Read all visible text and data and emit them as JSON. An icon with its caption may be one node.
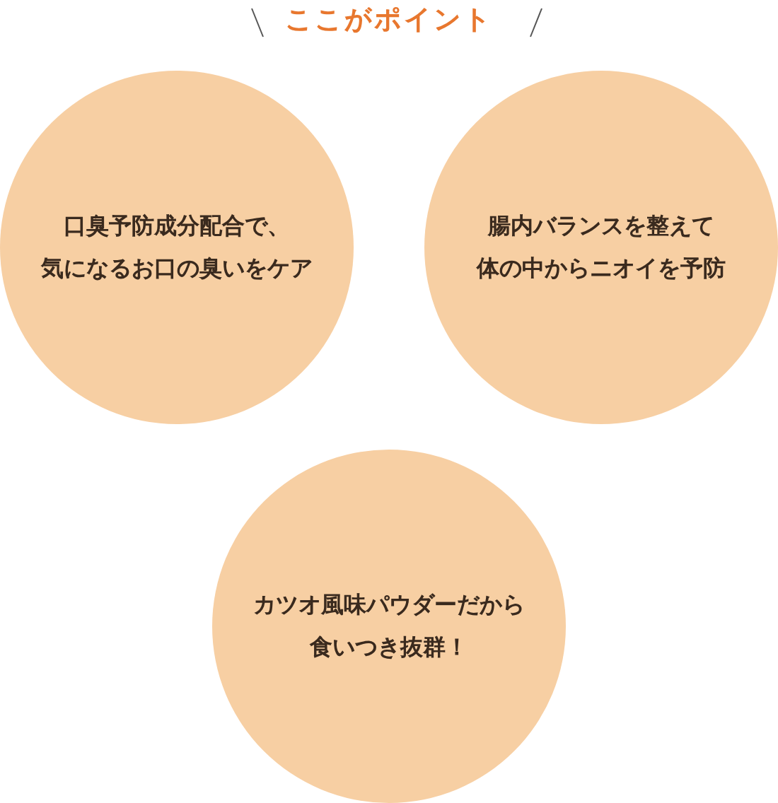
{
  "diagram": {
    "title": "ここがポイント",
    "nodes": [
      {
        "text": [
          "口臭予防成分配合で、気になるお口の臭いをケア"
        ]
      },
      {
        "text": [
          "腸内バランスを整えて体の中からニオイを予防"
        ]
      },
      {
        "text": [
          "カツオ風味パウダーだから食いつき抜群！"
        ]
      }
    ]
  }
}
